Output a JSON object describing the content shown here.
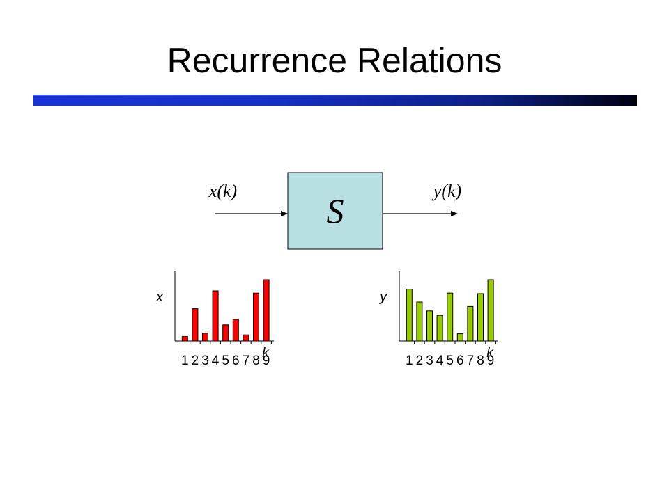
{
  "slide": {
    "title": "Recurrence Relations"
  },
  "system": {
    "label": "S",
    "input_label": "x(k)",
    "output_label": "y(k)",
    "box_fill": "#b8dfe2"
  },
  "colors": {
    "title_bar_start": "#1a33d6",
    "title_bar_end": "#000010",
    "input_bars": "#ff0000",
    "output_bars": "#99cc00"
  },
  "chart_data": [
    {
      "type": "bar",
      "ylabel": "x",
      "xlabel": "k",
      "categories": [
        "1",
        "2",
        "3",
        "4",
        "5",
        "6",
        "7",
        "8",
        "9"
      ],
      "values": [
        0.8,
        5.8,
        1.4,
        9.0,
        2.9,
        3.9,
        1.1,
        8.6,
        11.0
      ],
      "ylim": [
        0,
        12.5
      ]
    },
    {
      "type": "bar",
      "ylabel": "y",
      "xlabel": "k",
      "categories": [
        "1",
        "2",
        "3",
        "4",
        "5",
        "6",
        "7",
        "8",
        "9"
      ],
      "values": [
        9.3,
        7.0,
        5.4,
        4.6,
        8.6,
        1.3,
        6.2,
        8.5,
        11.0
      ],
      "ylim": [
        0,
        12.5
      ]
    }
  ]
}
